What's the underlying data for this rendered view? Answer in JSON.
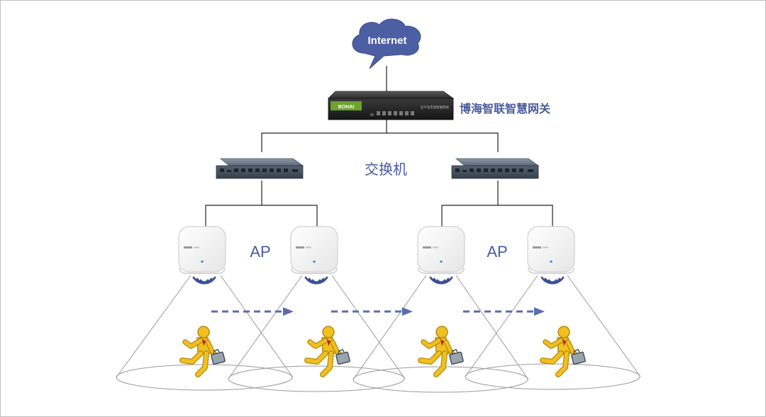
{
  "cloud": {
    "label": "Internet"
  },
  "gateway": {
    "label": "博海智联智慧网关",
    "brand_text": "BOHAI",
    "panel_text": "全千兆无线智能网关"
  },
  "switch": {
    "label": "交换机"
  },
  "ap_groups": [
    {
      "label": "AP"
    },
    {
      "label": "AP"
    }
  ],
  "colors": {
    "cloud": "#4d5fa3",
    "label": "#4a5a9c",
    "arrow": "#5a6cae",
    "person": "#f0c020",
    "person_outline": "#b78a10",
    "briefcase": "#9aa4ad",
    "line": "#222222",
    "cone": "#9a9a9a"
  },
  "icons": [
    "cloud-icon",
    "gateway-device-icon",
    "switch-icon",
    "access-point-icon",
    "wifi-signal-icon",
    "walking-person-icon",
    "roaming-arrow-icon"
  ]
}
